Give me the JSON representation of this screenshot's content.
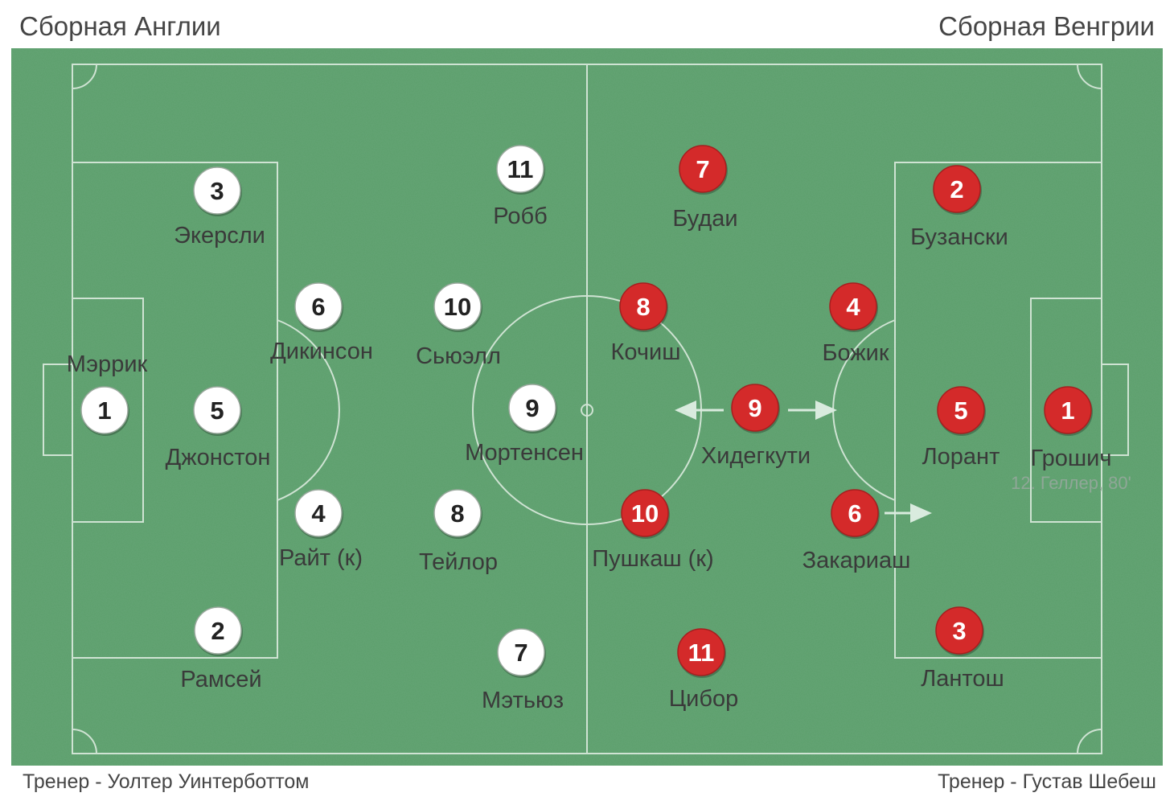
{
  "teams": {
    "left": {
      "name": "Сборная Англии",
      "coach": "Тренер - Уолтер Уинтерботтом",
      "circle_color": "#ffffff",
      "number_color": "#222222"
    },
    "right": {
      "name": "Сборная Венгрии",
      "coach": "Тренер - Густав Шебеш",
      "circle_color": "#d42a2a",
      "number_color": "#ffffff"
    }
  },
  "pitch": {
    "grass_color": "#5b9e6a",
    "line_color": "#cfe3d3"
  },
  "players": {
    "england": [
      {
        "number": "1",
        "name": "Мэррик"
      },
      {
        "number": "3",
        "name": "Экерсли"
      },
      {
        "number": "5",
        "name": "Джонстон"
      },
      {
        "number": "2",
        "name": "Рамсей"
      },
      {
        "number": "6",
        "name": "Дикинсон"
      },
      {
        "number": "4",
        "name": "Райт (к)"
      },
      {
        "number": "10",
        "name": "Сьюэлл"
      },
      {
        "number": "8",
        "name": "Тейлор"
      },
      {
        "number": "11",
        "name": "Робб"
      },
      {
        "number": "9",
        "name": "Мортенсен"
      },
      {
        "number": "7",
        "name": "Мэтьюз"
      }
    ],
    "hungary": [
      {
        "number": "7",
        "name": "Будаи"
      },
      {
        "number": "8",
        "name": "Кочиш"
      },
      {
        "number": "10",
        "name": "Пушкаш (к)"
      },
      {
        "number": "11",
        "name": "Цибор"
      },
      {
        "number": "9",
        "name": "Хидегкути"
      },
      {
        "number": "4",
        "name": "Божик"
      },
      {
        "number": "6",
        "name": "Закариаш"
      },
      {
        "number": "2",
        "name": "Бузански"
      },
      {
        "number": "5",
        "name": "Лорант"
      },
      {
        "number": "3",
        "name": "Лантош"
      },
      {
        "number": "1",
        "name": "Грошич",
        "substitution": "12. Геллер, 80'"
      }
    ]
  }
}
